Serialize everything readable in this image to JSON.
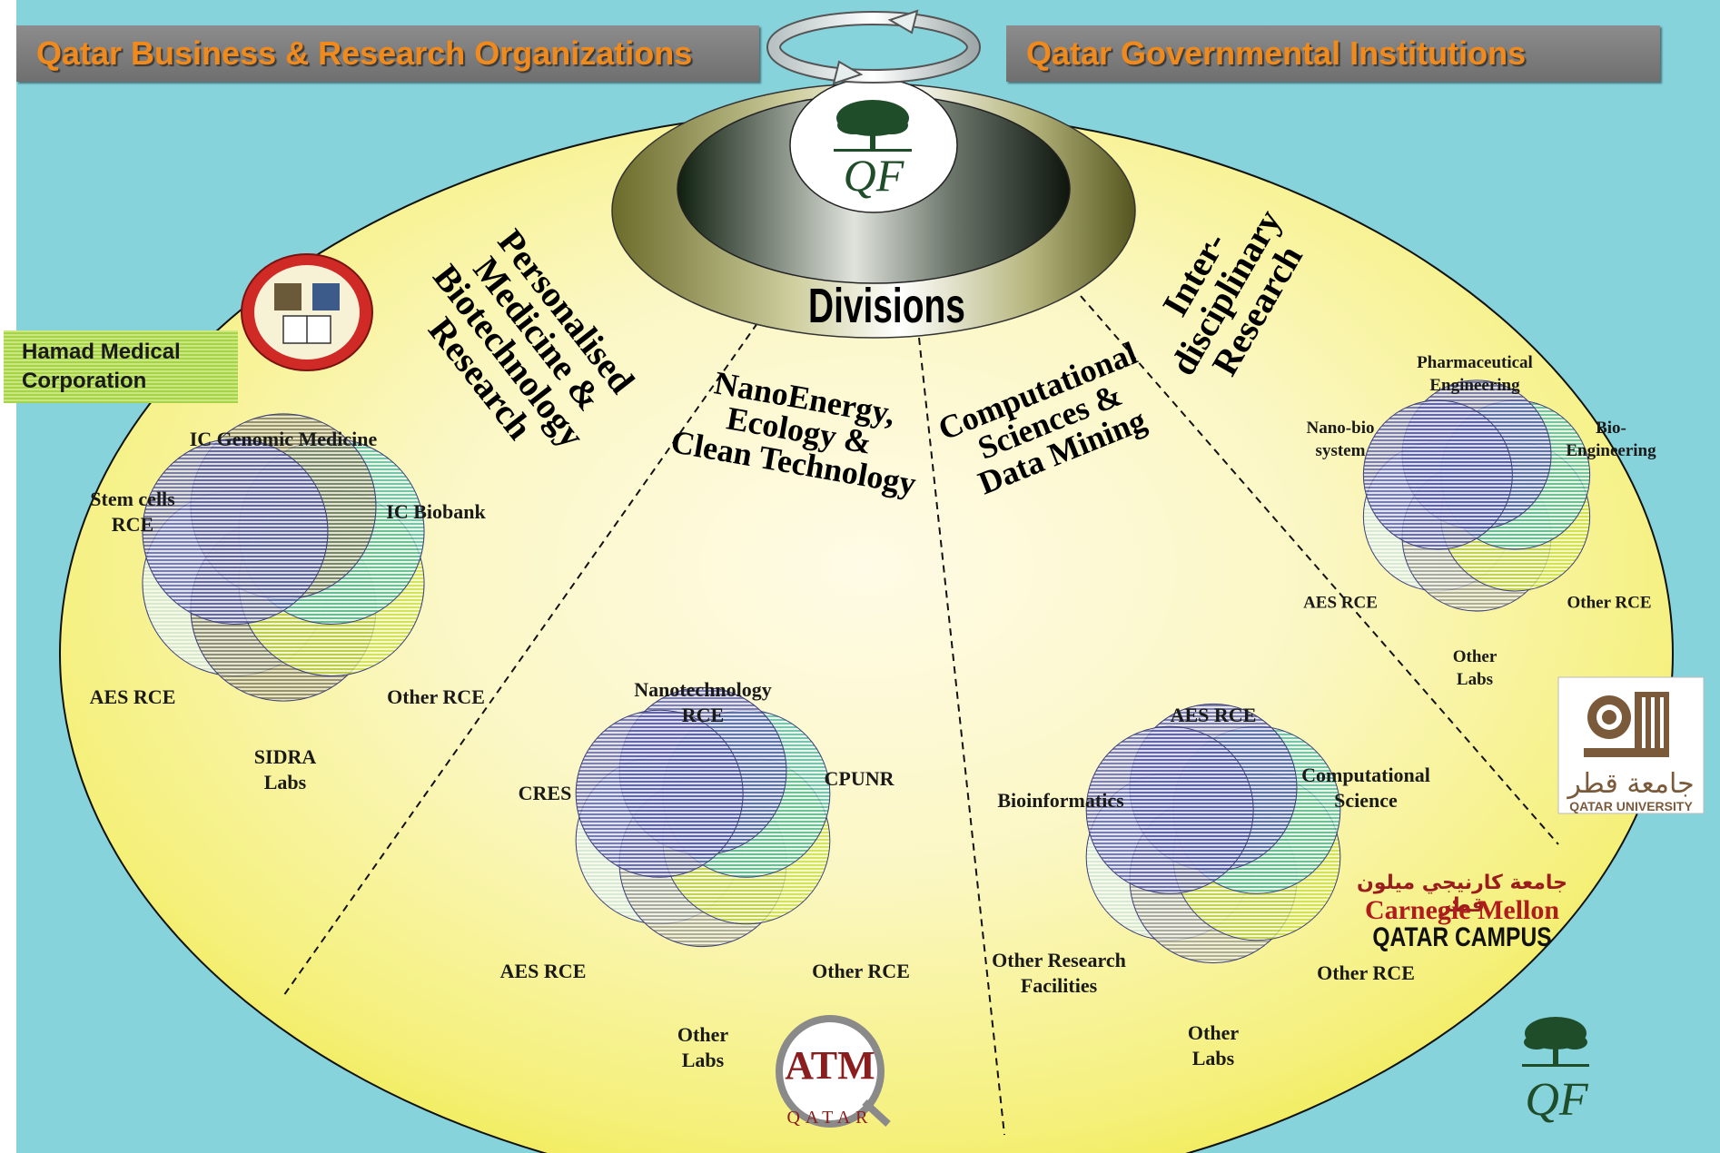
{
  "headers": {
    "left": "Qatar Business & Research Organizations",
    "right": "Qatar Governmental Institutions"
  },
  "side_org": {
    "line1": "Hamad Medical",
    "line2": "Corporation"
  },
  "center": {
    "logo_text": "QF",
    "label": "Divisions"
  },
  "divisions": {
    "biotech": [
      "Personalised",
      "Medicine &",
      "Biotechnology",
      "Research"
    ],
    "nano": [
      "NanoEnergy,",
      "Ecology &",
      "Clean Technology"
    ],
    "computational": [
      "Computational",
      "Sciences &",
      "Data Mining"
    ],
    "interdisciplinary": [
      "Inter-",
      "disciplinary",
      "Research"
    ]
  },
  "clusters": {
    "biotech": {
      "labels": {
        "top": "IC Genomic Medicine",
        "top_left": [
          "Stem cells",
          "RCE"
        ],
        "top_right": "IC Biobank",
        "bottom_left": "AES RCE",
        "bottom_right": "Other RCE",
        "bottom": [
          "SIDRA",
          "Labs"
        ]
      }
    },
    "nano": {
      "labels": {
        "top": [
          "Nanotechnology",
          "RCE"
        ],
        "top_left": "CRES",
        "top_right": "CPUNR",
        "bottom_left": "AES RCE",
        "bottom_right": "Other RCE",
        "bottom": [
          "Other",
          "Labs"
        ]
      }
    },
    "computational": {
      "labels": {
        "top": "AES RCE",
        "top_left": "Bioinformatics",
        "top_right": [
          "Computational",
          "Science"
        ],
        "bottom_left": [
          "Other Research",
          "Facilities"
        ],
        "bottom_right": "Other RCE",
        "bottom": [
          "Other",
          "Labs"
        ]
      }
    },
    "interdisciplinary": {
      "labels": {
        "top": [
          "Pharmaceutical",
          "Engineering"
        ],
        "top_left": [
          "Nano-bio",
          "system"
        ],
        "top_right": [
          "Bio-",
          "Engineering"
        ],
        "bottom_left": "AES RCE",
        "bottom_right": "Other RCE",
        "bottom": [
          "Other",
          "Labs"
        ]
      }
    }
  },
  "logos": {
    "qatar_university": {
      "arabic": "جامعة قطر",
      "english": "QATAR UNIVERSITY"
    },
    "carnegie_mellon": {
      "arabic": "جامعة كارنيجي ميلون قطر",
      "name": "Carnegie Mellon",
      "campus": "QATAR CAMPUS"
    },
    "tamu": {
      "mark": "ATM",
      "word": "QATAR"
    },
    "qf_corner": "QF"
  },
  "colors": {
    "sky": "#86d3dc",
    "ellipse": "#fbfb9c",
    "header_text": "#f08a1c",
    "circle_navy": "#5a5ea8",
    "circle_teal": "#4fb7a5",
    "circle_lime": "#c8dd3c",
    "circle_gray": "#9a9a8e",
    "circle_pale": "#d9ebe6"
  }
}
